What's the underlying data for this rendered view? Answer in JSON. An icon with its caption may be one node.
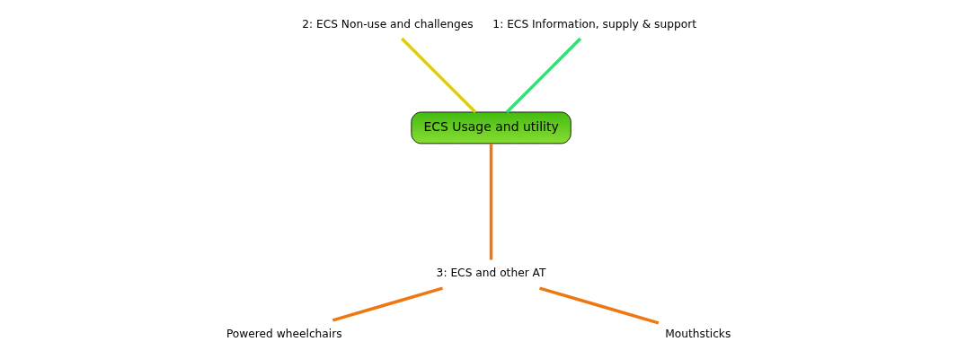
{
  "diagram": {
    "nodes": [
      {
        "text": [
          "ECS Usage and utility"
        ]
      },
      {
        "text": [
          "1: ECS Information, supply & support"
        ]
      },
      {
        "text": [
          "2: ECS Non-use and challenges"
        ]
      },
      {
        "text": [
          "3: ECS and other AT"
        ]
      },
      {
        "text": [
          "Powered wheelchairs"
        ]
      },
      {
        "text": [
          "Mouthsticks"
        ]
      }
    ],
    "edges": [
      {
        "from": 0,
        "to": 1,
        "arrow": "none",
        "color": "#33dd77"
      },
      {
        "from": 0,
        "to": 2,
        "arrow": "none",
        "color": "#ddcc11"
      },
      {
        "from": 0,
        "to": 3,
        "arrow": "none",
        "color": "#ee7711"
      },
      {
        "from": 3,
        "to": 4,
        "arrow": "none",
        "color": "#ee7711"
      },
      {
        "from": 3,
        "to": 5,
        "arrow": "none",
        "color": "#ee7711"
      }
    ]
  }
}
